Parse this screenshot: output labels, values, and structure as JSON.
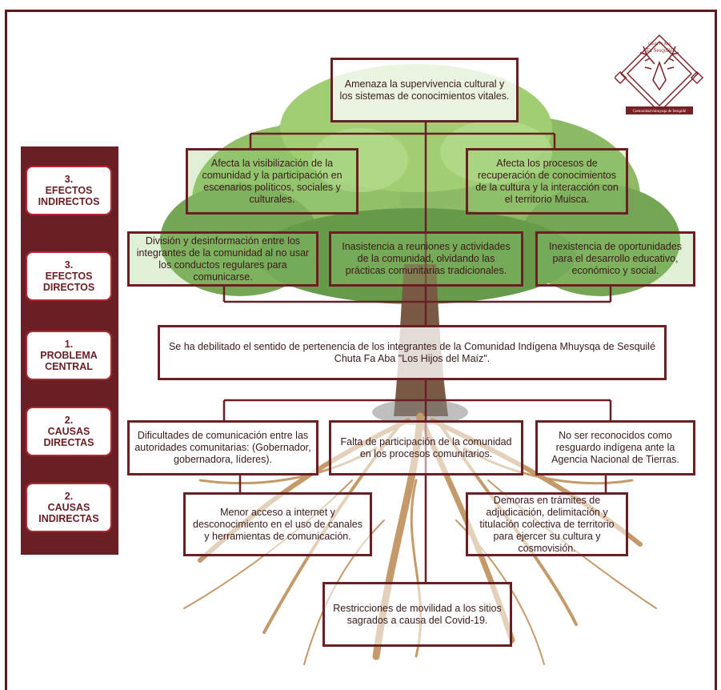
{
  "sidebar": {
    "labels": [
      "3.\nEFECTOS\nINDIRECTOS",
      "3.\nEFECTOS\nDIRECTOS",
      "1.\nPROBLEMA\nCENTRAL",
      "2.\nCAUSAS\nDIRECTAS",
      "2.\nCAUSAS\nINDIRECTAS"
    ]
  },
  "logo": {
    "top_text": "Chuta Fa Aba",
    "name": "Fa Sesquilé",
    "banner": "Comunidad mhuysqa de Sesquilé"
  },
  "boxes": {
    "top_effect": "Amenaza la supervivencia cultural y los sistemas de conocimientos vitales.",
    "indirect_left": "Afecta la visibilización de la comunidad y la participación en escenarios políticos, sociales y culturales.",
    "indirect_right": "Afecta los procesos de recuperación de conocimientos de la cultura y la interacción con el territorio Muisca.",
    "direct_left": "División y desinformación  entre los integrantes de la comunidad al no usar los conductos regulares para comunicarse.",
    "direct_center": "Inasistencia a reuniones y actividades de la comunidad, olvidando las prácticas comunitarias tradicionales.",
    "direct_right": "Inexistencia de oportunidades para el desarrollo educativo, económico y social.",
    "central_problem": "Se ha debilitado el sentido de pertenencia de los integrantes de la Comunidad Indígena Mhuysqa de Sesquilé Chuta Fa Aba \"Los Hijos del Maíz\".",
    "cause_left": "Dificultades de comunicación entre las autoridades comunitarias: (Gobernador, gobernadora, líderes).",
    "cause_center": "Falta de participación de la comunidad en los procesos comunitarios.",
    "cause_right": "No ser reconocidos como resguardo indígena ante la Agencia Nacional de Tierras.",
    "indirect_cause_left": "Menor acceso a internet y desconocimiento en el uso de canales y herramientas de comunicación.",
    "indirect_cause_right": "Demoras en trámites de adjudicación, delimitación y titulación colectiva de territorio para ejercer su cultura y cosmovisión.",
    "bottom_cause": "Restricciones de movilidad a los sitios sagrados a causa del Covid-19."
  }
}
